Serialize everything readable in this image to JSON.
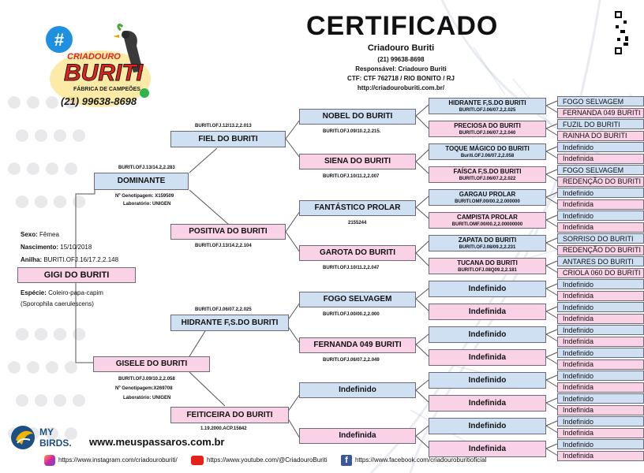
{
  "certificate": {
    "title": "CERTIFICADO",
    "breeder": "Criadouro Buriti",
    "phone": "(21) 99638-8698",
    "responsible": "Responsável: Criadouro Buriti",
    "ctf": "CTF: CTF 762718 / RIO BONITO / RJ",
    "url": "http://criadouroburiti.com.br/"
  },
  "logo": {
    "line1": "CRIADOURO",
    "line2": "BURITI",
    "tagline": "FÁBRICA DE CAMPEÕES",
    "phone": "(21) 99638-8698"
  },
  "bird": {
    "name": "GIGI DO BURITI",
    "sex_label": "Sexo:",
    "sex": "Fêmea",
    "birth_label": "Nascimento:",
    "birth": "15/10/2018",
    "ring_label": "Anilha:",
    "ring": "BURITI.OFJ.16/17.2,2.148",
    "species_label": "Espécie:",
    "species": "Coleiro-papa-capim",
    "scientific": "(Sporophila caerulescens)"
  },
  "parents": {
    "father": {
      "name": "DOMINANTE",
      "ring": "BURITI.OFJ.13/14.2,2.283",
      "genotype": "Nº Genotipagem: X159509",
      "lab": "Laboratório: UNIGEN"
    },
    "mother": {
      "name": "GISELE DO BURITI",
      "ring": "BURITI.OFJ.09/10.2,2.058",
      "genotype": "Nº Genotipagem:X269708",
      "lab": "Laboratório: UNIGEN"
    }
  },
  "grandparents": [
    {
      "name": "FIEL DO BURITI",
      "ring": "BURITI.OFJ.12/13.2,2.013"
    },
    {
      "name": "POSITIVA DO BURITI",
      "ring": "BURITI.OFJ.13/14.2,2.104"
    },
    {
      "name": "HIDRANTE F,S.DO BURITI",
      "ring": "BURITI.OFJ.06/07.2,2.025"
    },
    {
      "name": "FEITICEIRA DO BURITI",
      "ring": "1.19.2000.ACP.15842"
    }
  ],
  "great_grandparents": [
    {
      "name": "NOBEL DO BURITI",
      "ring": "BURITI.OFJ.09/10.2,2.215."
    },
    {
      "name": "SIENA DO BURITI",
      "ring": "BURITI.OFJ.10/11.2,2.007"
    },
    {
      "name": "FANTÁSTICO PROLAR",
      "ring": "2155244"
    },
    {
      "name": "GAROTA DO BURITI",
      "ring": "BURITI.OFJ.10/11.2,2.047"
    },
    {
      "name": "FOGO SELVAGEM",
      "ring": "BURITI.OFJ.00/00.2,2.000"
    },
    {
      "name": "FERNANDA 049 BURITI",
      "ring": "BURITI.OFJ.06/07.2,2.049"
    },
    {
      "name": "Indefinido",
      "ring": ""
    },
    {
      "name": "Indefinida",
      "ring": ""
    }
  ],
  "gen4": [
    {
      "name": "HIDRANTE F,S.DO BURITI",
      "ring": "BURITI.OFJ.06/07.2,2.025"
    },
    {
      "name": "PRECIOSA DO BURITI",
      "ring": "BURITI.OFJ.06/07.2,2.040"
    },
    {
      "name": "TOQUE MÁGICO DO BURITI",
      "ring": "Buriti.OFJ.06/07.2,2.058"
    },
    {
      "name": "FAÍSCA F,S.DO BURITI",
      "ring": "BURITI.OFJ.06/07.2,2.022"
    },
    {
      "name": "GARGAU PROLAR",
      "ring": "BURITI.OMF.00/00.2,2.000000"
    },
    {
      "name": "CAMPISTA PROLAR",
      "ring": "BURITI.OMF.00/00.2,2.00000000"
    },
    {
      "name": "ZAPATA DO BURITI",
      "ring": "BURITI.OFJ.08/09.2,2.231"
    },
    {
      "name": "TUCANA DO BURITI",
      "ring": "BURITI.OFJ.08Q09.2,2.181"
    },
    {
      "name": "Indefinido",
      "ring": ""
    },
    {
      "name": "Indefinida",
      "ring": ""
    },
    {
      "name": "Indefinido",
      "ring": ""
    },
    {
      "name": "Indefinida",
      "ring": ""
    },
    {
      "name": "Indefinido",
      "ring": ""
    },
    {
      "name": "Indefinida",
      "ring": ""
    },
    {
      "name": "Indefinido",
      "ring": ""
    },
    {
      "name": "Indefinida",
      "ring": ""
    }
  ],
  "gen5": [
    "FOGO SELVAGEM",
    "FERNANDA 049 BURITI",
    "FUZIL DO BURITI",
    "RAINHA DO BURITI",
    "Indefinido",
    "Indefinida",
    "FOGO SELVAGEM",
    "REDENÇÃO DO BURITI",
    "Indefinido",
    "Indefinida",
    "Indefinido",
    "Indefinida",
    "SORRISO DO BURITI",
    "REDENÇÃO DO BURITI",
    "ANTARES DO BURITI",
    "CRIOLA 060 DO BURITI",
    "Indefinido",
    "Indefinida",
    "Indefinido",
    "Indefinida",
    "Indefinido",
    "Indefinida",
    "Indefinido",
    "Indefinida",
    "Indefinido",
    "Indefinida",
    "Indefinido",
    "Indefinida",
    "Indefinido",
    "Indefinida",
    "Indefinido",
    "Indefinida"
  ],
  "footer": {
    "mybirds_line1": "MY",
    "mybirds_line2": "BIRDS.",
    "site": "www.meuspassaros.com.br",
    "instagram": "https://www.instagram.com/criadouroburiti/",
    "youtube": "https://www.youtube.com/@CriadouroBuriti",
    "facebook": "https://www.facebook.com/criadouroburitioficial"
  },
  "colors": {
    "male_box": "#cfe0f3",
    "female_box": "#f9d2e6",
    "border": "#6a6a7a",
    "logo_red": "#e0231f",
    "logo_yellow": "#f7c600",
    "accent_blue": "#1f8fe0"
  }
}
